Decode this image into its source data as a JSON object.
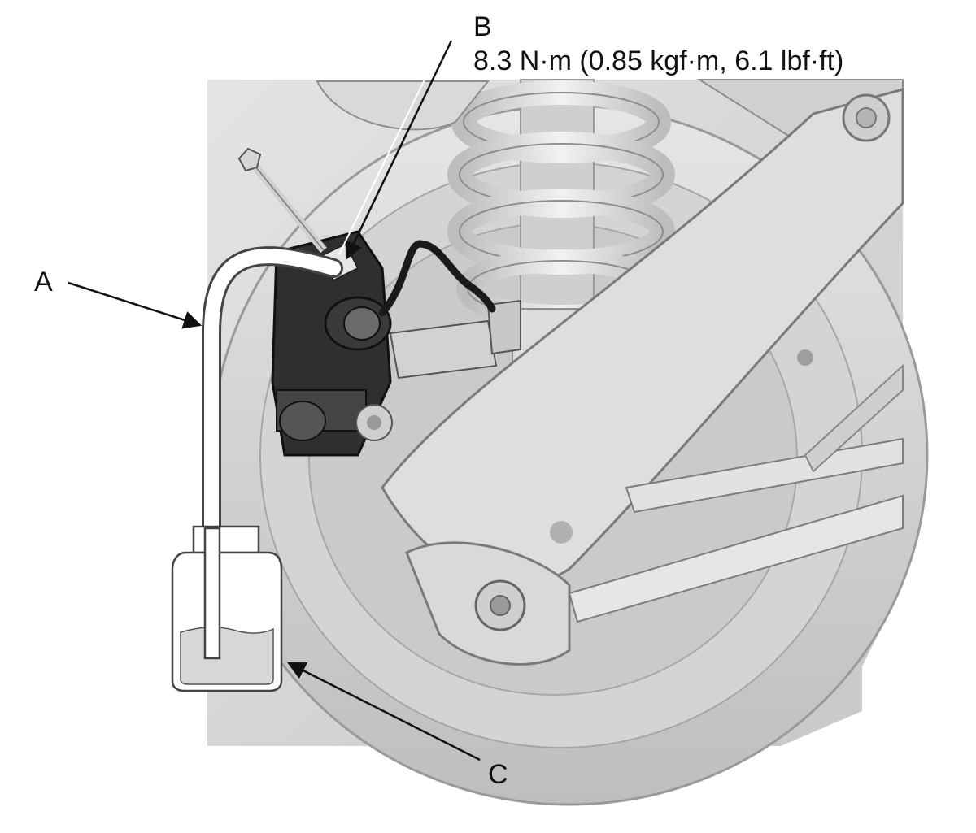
{
  "callouts": {
    "a": {
      "letter": "A"
    },
    "b": {
      "letter": "B",
      "torque": "8.3 N·m (0.85 kgf·m, 6.1 lbf·ft)"
    },
    "c": {
      "letter": "C"
    }
  },
  "colors": {
    "background_panel": "#d6d6d6",
    "part_light": "#dedede",
    "part_mid": "#c2c2c2",
    "part_dark": "#2a2a2a",
    "outline": "#333333",
    "fluid": "#d8d8d8",
    "text": "#111111"
  }
}
